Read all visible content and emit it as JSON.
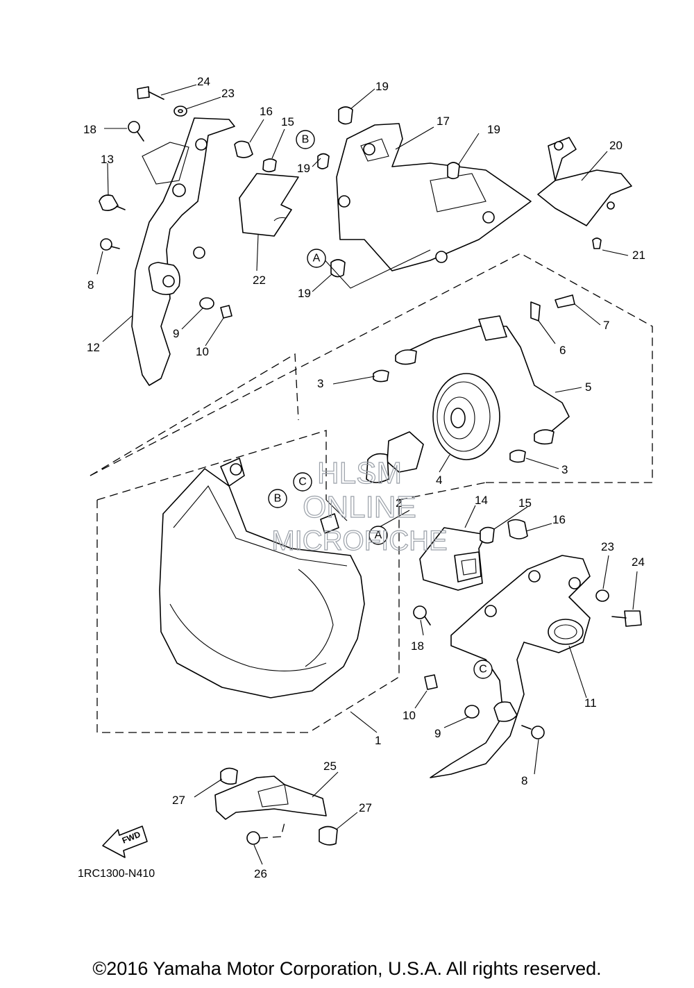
{
  "diagram": {
    "part_numbers": [
      "1",
      "2",
      "3",
      "3",
      "4",
      "5",
      "6",
      "7",
      "8",
      "8",
      "9",
      "9",
      "10",
      "10",
      "11",
      "12",
      "13",
      "14",
      "15",
      "15",
      "16",
      "16",
      "17",
      "18",
      "18",
      "19",
      "19",
      "19",
      "19",
      "20",
      "21",
      "22",
      "23",
      "23",
      "24",
      "24",
      "25",
      "26",
      "27",
      "27"
    ],
    "reference_letters": [
      "A",
      "A",
      "B",
      "B",
      "C",
      "C"
    ],
    "fwd_label": "FWD",
    "drawing_code": "1RC1300-N410",
    "watermark": [
      "HLSM",
      "ONLINE",
      "MICROFICHE"
    ]
  },
  "copyright": "©2016 Yamaha Motor Corporation, U.S.A. All rights reserved."
}
